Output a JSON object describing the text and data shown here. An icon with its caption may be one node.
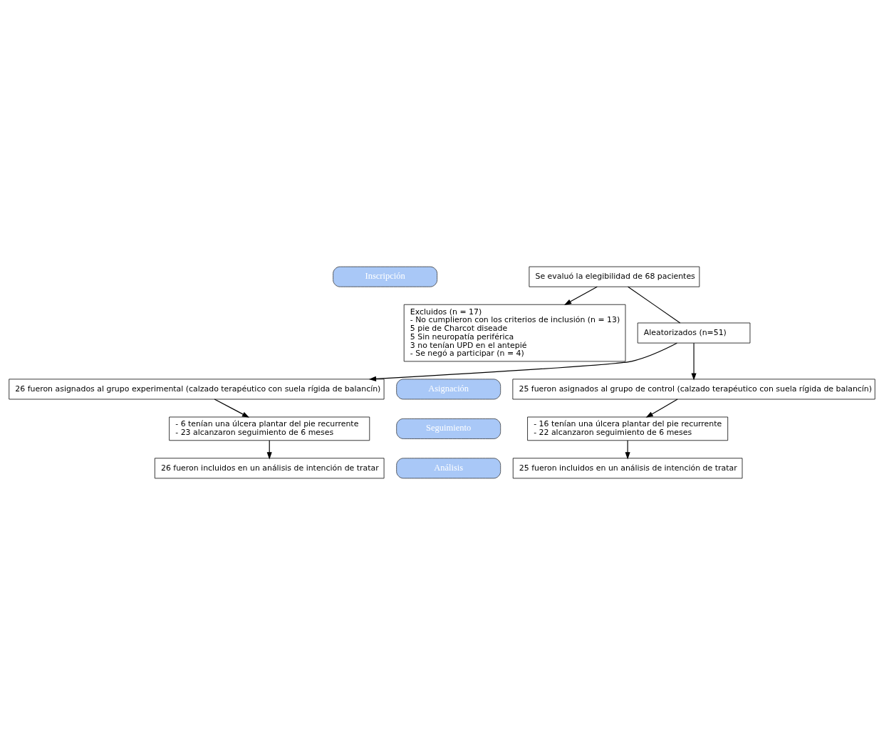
{
  "diagram": {
    "nodes": [
      {
        "text": [
          "Inscripción"
        ]
      },
      {
        "text": [
          "Se evaluó la elegibilidad de 68 pacientes"
        ]
      },
      {
        "text": [
          "Excluidos (n = 17)",
          "- No cumplieron con los criterios de inclusión (n = 13)",
          "5 pie de Charcot diseade",
          "5 Sin neuropatía periférica",
          "3 no tenían UPD en el antepié",
          "- Se negó a participar (n = 4)"
        ]
      },
      {
        "text": [
          "Aleatorizados (n=51)"
        ]
      },
      {
        "text": [
          "Asignación"
        ]
      },
      {
        "text": [
          "26 fueron asignados al grupo experimental (calzado terapéutico con suela rígida de balancín)"
        ]
      },
      {
        "text": [
          "25 fueron asignados al grupo de control (calzado terapéutico con suela rígida de balancín)"
        ]
      },
      {
        "text": [
          "Seguimiento"
        ]
      },
      {
        "text": [
          "- 6 tenían una úlcera plantar del pie recurrente",
          "- 23 alcanzaron seguimiento de 6 meses"
        ]
      },
      {
        "text": [
          "- 16 tenían una úlcera plantar del pie recurrente",
          "- 22 alcanzaron seguimiento de 6 meses"
        ]
      },
      {
        "text": [
          "Análisis"
        ]
      },
      {
        "text": [
          "26 fueron incluidos en un análisis de intención de tratar"
        ]
      },
      {
        "text": [
          "25 fueron incluidos en un análisis de intención de tratar"
        ]
      }
    ],
    "edges": [
      {
        "from": 1,
        "to": 3,
        "arrow": "none"
      },
      {
        "from": 1,
        "to": 2,
        "arrow": "to"
      },
      {
        "from": 3,
        "to": 5,
        "arrow": "to"
      },
      {
        "from": 3,
        "to": 6,
        "arrow": "to"
      },
      {
        "from": 5,
        "to": 8,
        "arrow": "to"
      },
      {
        "from": 6,
        "to": 9,
        "arrow": "to"
      },
      {
        "from": 8,
        "to": 11,
        "arrow": "to"
      },
      {
        "from": 9,
        "to": 12,
        "arrow": "to"
      }
    ]
  }
}
